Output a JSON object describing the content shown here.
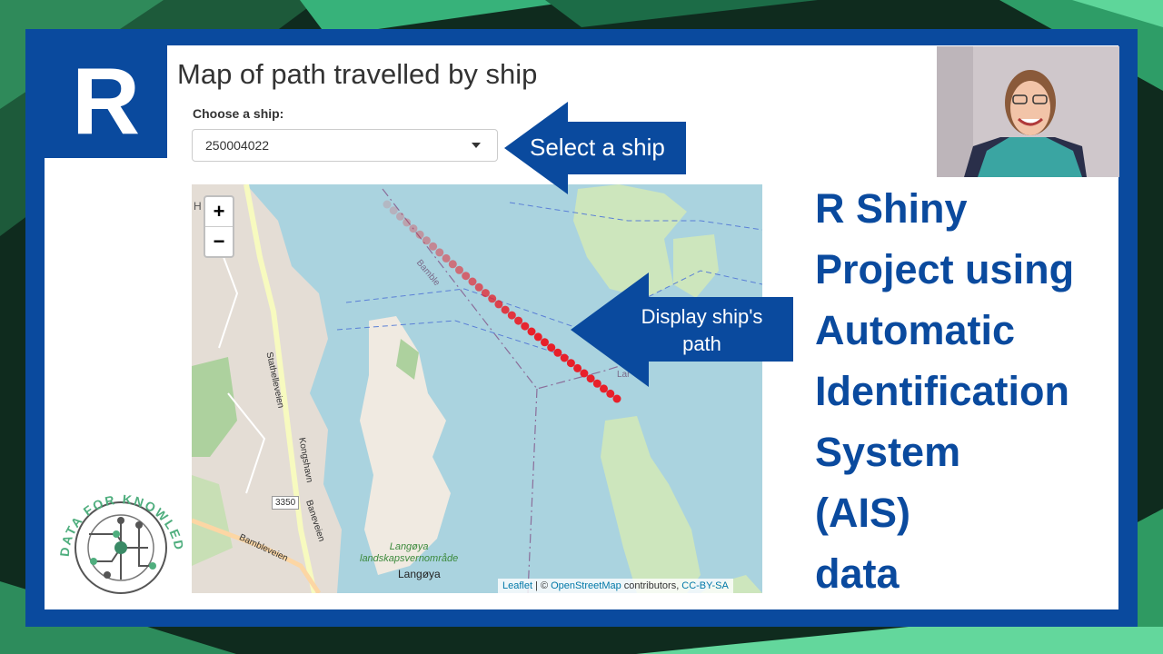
{
  "app": {
    "title": "Map of path travelled by ship",
    "ship_selector": {
      "label": "Choose a ship:",
      "value": "250004022"
    }
  },
  "map": {
    "zoom_in": "+",
    "zoom_out": "−",
    "attribution": {
      "leaflet": "Leaflet",
      "separator": "| ©",
      "osm": "OpenStreetMap",
      "contributors": "contributors,",
      "license": "CC-BY-SA"
    },
    "place_labels": {
      "bamble": "Bamble",
      "road_1": "Stathelleveien",
      "road_2": "Kongshavn",
      "road_3": "Baneveien",
      "road_4": "Bambleveien",
      "route_number": "3350",
      "reserve_1": "Langøya",
      "reserve_2": "landskapsvernområde",
      "island": "Langøya",
      "partial_h": "H",
      "partial_lar": "Lar"
    }
  },
  "callouts": {
    "select": "Select a ship",
    "display_line1": "Display ship's",
    "display_line2": "path"
  },
  "branding": {
    "r_letter": "R",
    "logo_text": "DATA FOR KNOWLEDGE"
  },
  "headline": [
    "R Shiny",
    "Project using",
    "Automatic",
    "Identification",
    "System",
    "(AIS)",
    "data"
  ],
  "colors": {
    "brand_blue": "#0a4a9e",
    "water": "#aad3df",
    "path_dot": "#e8202a"
  }
}
